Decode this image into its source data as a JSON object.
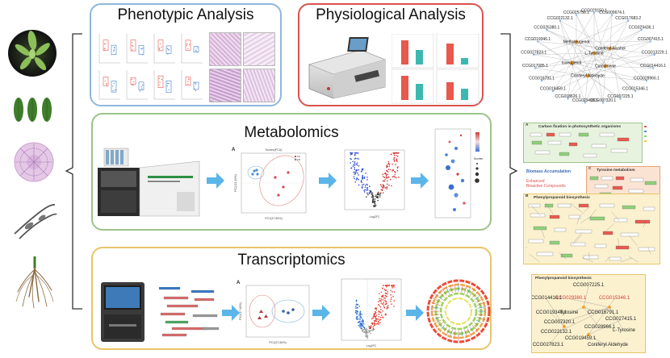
{
  "sections": {
    "phenotypic": {
      "title": "Phenotypic Analysis"
    },
    "physiological": {
      "title": "Physiological Analysis"
    },
    "metabolomics": {
      "title": "Metabolomics"
    },
    "transcriptomics": {
      "title": "Transcriptomics"
    }
  },
  "colors": {
    "phenotypic_border": "#8fb8de",
    "physiological_border": "#d9534f",
    "metabolomics_border": "#9cc48a",
    "transcriptomics_border": "#e8c56a",
    "arrow": "#5bb5e8",
    "bar_red": "#e8584c",
    "bar_teal": "#3cb8b0"
  },
  "icons": [
    "plant-icon",
    "leaf-icon",
    "stem-section-icon",
    "root-tissue-icon",
    "root-icon",
    "spectrophotometer-icon",
    "mass-spectrometer-icon",
    "sequencer-icon"
  ],
  "metabolomics": {
    "pca_label": "A",
    "pca_title": "Scores(PCA)",
    "pca_xlabel": "PC1(37.80%)",
    "pca_ylabel": "PC2(13.40%)",
    "pca_legend": [
      "CK",
      "TR"
    ],
    "volcano_xlabel": "Log2FC",
    "bubble_legend_title": "Number"
  },
  "transcriptomics": {
    "pca_label": "A",
    "pca_xlabel": "PC1(37.80%)",
    "pca_ylabel": "PC2(17.48%)",
    "volcano_xlabel": "Log2FC"
  },
  "network": {
    "genes": [
      "CCG029150.1",
      "CCG009674.1",
      "CCG017683.2",
      "CCG029436.1",
      "CCG007415.1",
      "CCG013229.1",
      "CCG014416.1",
      "CCG028966.1",
      "CCG015346.1",
      "CCG007225.1",
      "CCG007320.1",
      "CCG023490.1",
      "CCG018626.1",
      "CCG019459.1",
      "CCG016791.1",
      "CCG017085.1",
      "CCG027823.1",
      "CCG019346.1",
      "CCG025380.1",
      "CCG022132.1",
      "CCG025756.1"
    ],
    "metabolites": [
      "Methyleugenol",
      "Coniferyl Alcohol",
      "L-Tyrosine",
      "Isoeugenol",
      "Curcumene",
      "Coniferyl Aldehyde"
    ]
  },
  "pathway": {
    "carbon_title": "Carbon fixation in photosynthetic organisms",
    "biomass": "Biomass Accumulation",
    "tyrosine_title": "Tyrosine metabolism",
    "enhanced": "Enhanced\nBioactive Compounds",
    "phenylprop_title": "Phenylpropanoid biosynthesis",
    "label_a": "A",
    "label_b": "B",
    "label_c": "C"
  },
  "phenyl_network": {
    "title": "Phenylpropanoid biosynthesis",
    "nodes": [
      "CCG007225.1",
      "CCG029380.1",
      "CCG015346.1",
      "CCG014416.1",
      "CCG016791.1",
      "CCG007320.1",
      "CCG027415.1",
      "CCG019346.1",
      "CCG028966.1",
      "CCG022132.1",
      "CCG019459.1",
      "CCG027823.1",
      "Tyrosine",
      "L-Tyrosine",
      "Coniferyl Aldehyde"
    ]
  }
}
